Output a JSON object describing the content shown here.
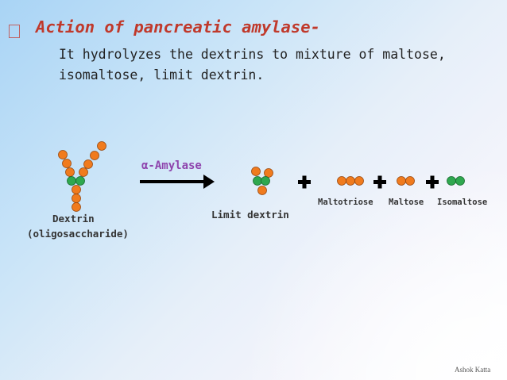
{
  "heading": "Action of pancreatic amylase-",
  "body_lines": [
    "It hydrolyzes the dextrins to mixture of maltose,",
    "isomaltose, limit dextrin."
  ],
  "diagram": {
    "enzyme_label": "α-Amylase",
    "dextrin_label_1": "Dextrin",
    "dextrin_label_2": "(oligosaccharide)",
    "limit_dextrin_label": "Limit dextrin",
    "maltotriose_label": "Maltotriose",
    "maltose_label": "Maltose",
    "isomaltose_label": "Isomaltose"
  },
  "credit": "Ashok Katta",
  "colors": {
    "heading": "#c0392b",
    "enzyme_label": "#8e44ad",
    "orange_unit": "#f07b1e",
    "green_unit": "#2fa84f",
    "arrow": "#000000"
  }
}
